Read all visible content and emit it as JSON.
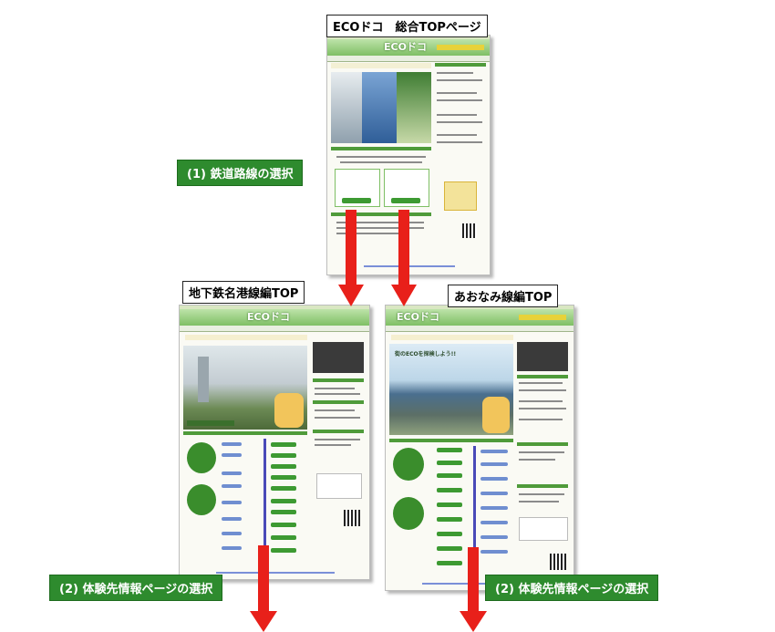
{
  "labels": {
    "top_page": "ECOドコ　総合TOPページ",
    "step1": "(1) 鉄道路線の選択",
    "subway_top": "地下鉄名港線編TOP",
    "aonami_top": "あおなみ線編TOP",
    "step2_left": "(2) 体験先情報ページの選択",
    "step2_right": "(2) 体験先情報ページの選択"
  },
  "screens": {
    "logo": "ECOドコ",
    "banner_text": "街のECOを探検しよう!!"
  },
  "colors": {
    "label_green": "#2e8b2e",
    "arrow_red": "#e8201a",
    "header_green": "#7fbf65"
  }
}
